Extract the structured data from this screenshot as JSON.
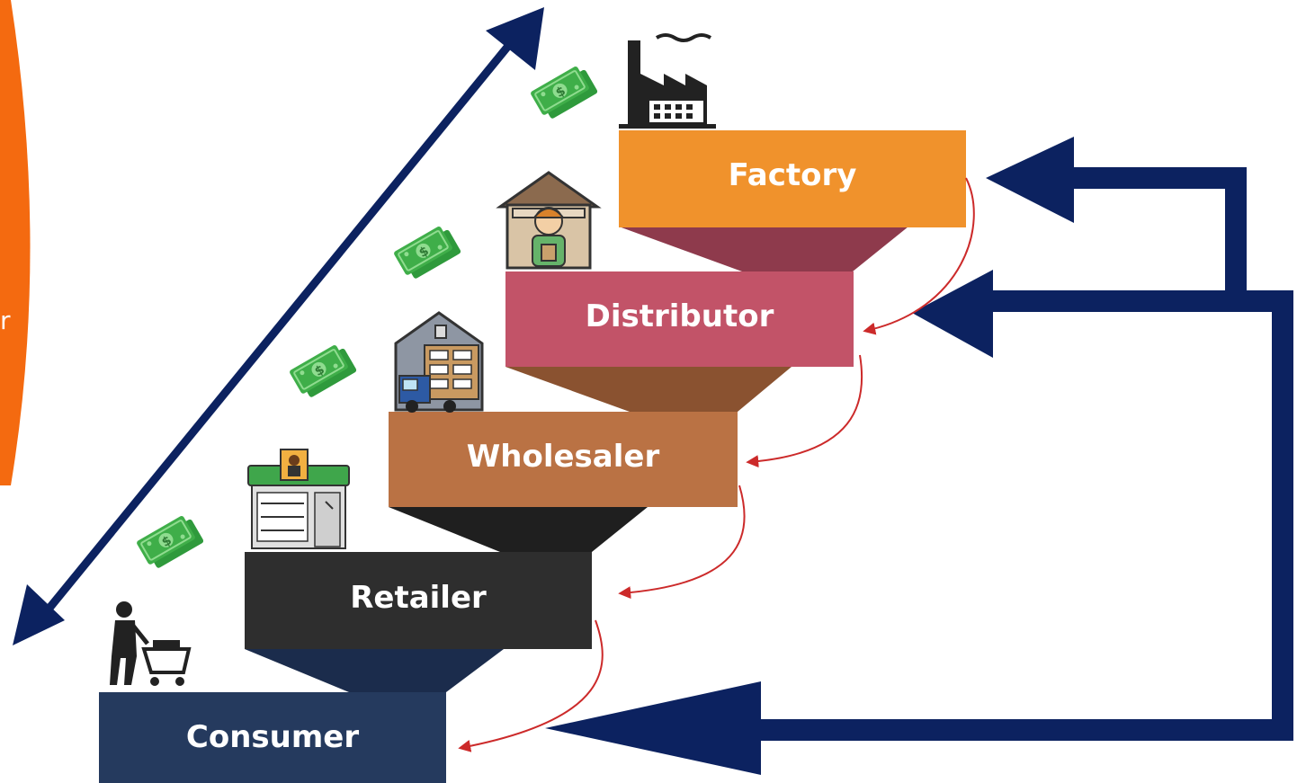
{
  "diagram": {
    "side_mark": "r",
    "colors": {
      "navy": "#0c2260",
      "orange_panel": "#f46a10",
      "red_curve": "#cc2a2a",
      "factory": "#f0922c",
      "distributor": "#c25368",
      "wholesaler": "#ba7244",
      "retailer": "#2e2e2e",
      "consumer": "#253a5e",
      "money": "#3fae49"
    },
    "steps": [
      {
        "id": "factory",
        "label": "Factory",
        "icon": "factory-icon"
      },
      {
        "id": "distributor",
        "label": "Distributor",
        "icon": "warehouse-worker-icon"
      },
      {
        "id": "wholesaler",
        "label": "Wholesaler",
        "icon": "warehouse-truck-icon"
      },
      {
        "id": "retailer",
        "label": "Retailer",
        "icon": "shop-icon"
      },
      {
        "id": "consumer",
        "label": "Consumer",
        "icon": "shopper-cart-icon"
      }
    ],
    "money_icon": "money-bills-icon"
  }
}
